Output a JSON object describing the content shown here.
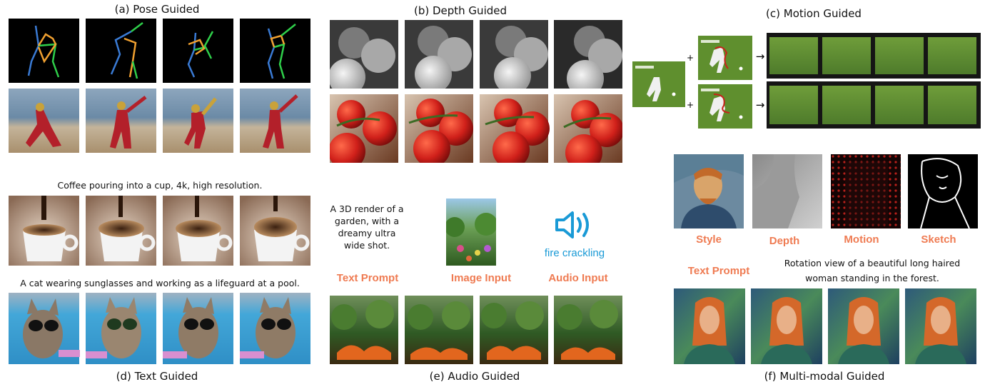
{
  "panels": {
    "a": "(a) Pose Guided",
    "b": "(b) Depth  Guided",
    "c": "(c) Motion Guided",
    "d": "(d) Text Guided",
    "e": "(e) Audio Guided",
    "f": "(f) Multi-modal Guided"
  },
  "text_guided": {
    "prompt1": "Coffee pouring into a cup, 4k, high resolution.",
    "prompt2": "A cat wearing sunglasses and working as a lifeguard at a pool."
  },
  "audio_guided": {
    "text_prompt": "A 3D render of a garden, with a dreamy ultra wide shot.",
    "audio_caption": "fire crackling",
    "labels": [
      "Text Prompt",
      "Image Input",
      "Audio Input"
    ]
  },
  "motion_guided": {
    "plus": "+",
    "arrow": "→"
  },
  "multimodal": {
    "labels": [
      "Style",
      "Depth",
      "Motion",
      "Sketch"
    ],
    "text_prompt_label": "Text Prompt",
    "prompt": "Rotation view of a beautiful long haired woman  standing in the forest."
  },
  "colors": {
    "accent": "#ef7b52",
    "audio_icon": "#1a9ad6"
  }
}
